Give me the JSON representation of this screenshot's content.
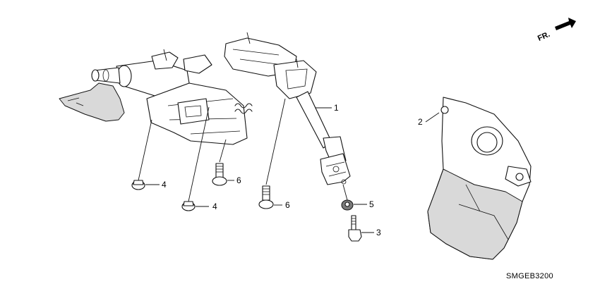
{
  "diagram": {
    "callouts": [
      {
        "id": "c1",
        "number": "1",
        "part": "steering-column-assembly"
      },
      {
        "id": "c2",
        "number": "2",
        "part": "column-cover"
      },
      {
        "id": "c3",
        "number": "3",
        "part": "joint-bolt"
      },
      {
        "id": "c4a",
        "number": "4",
        "part": "flange-nut"
      },
      {
        "id": "c4b",
        "number": "4",
        "part": "flange-nut"
      },
      {
        "id": "c5",
        "number": "5",
        "part": "nut"
      },
      {
        "id": "c6a",
        "number": "6",
        "part": "flange-bolt"
      },
      {
        "id": "c6b",
        "number": "6",
        "part": "flange-bolt"
      }
    ],
    "direction_label": "FR.",
    "diagram_code": "SMGEB3200"
  }
}
